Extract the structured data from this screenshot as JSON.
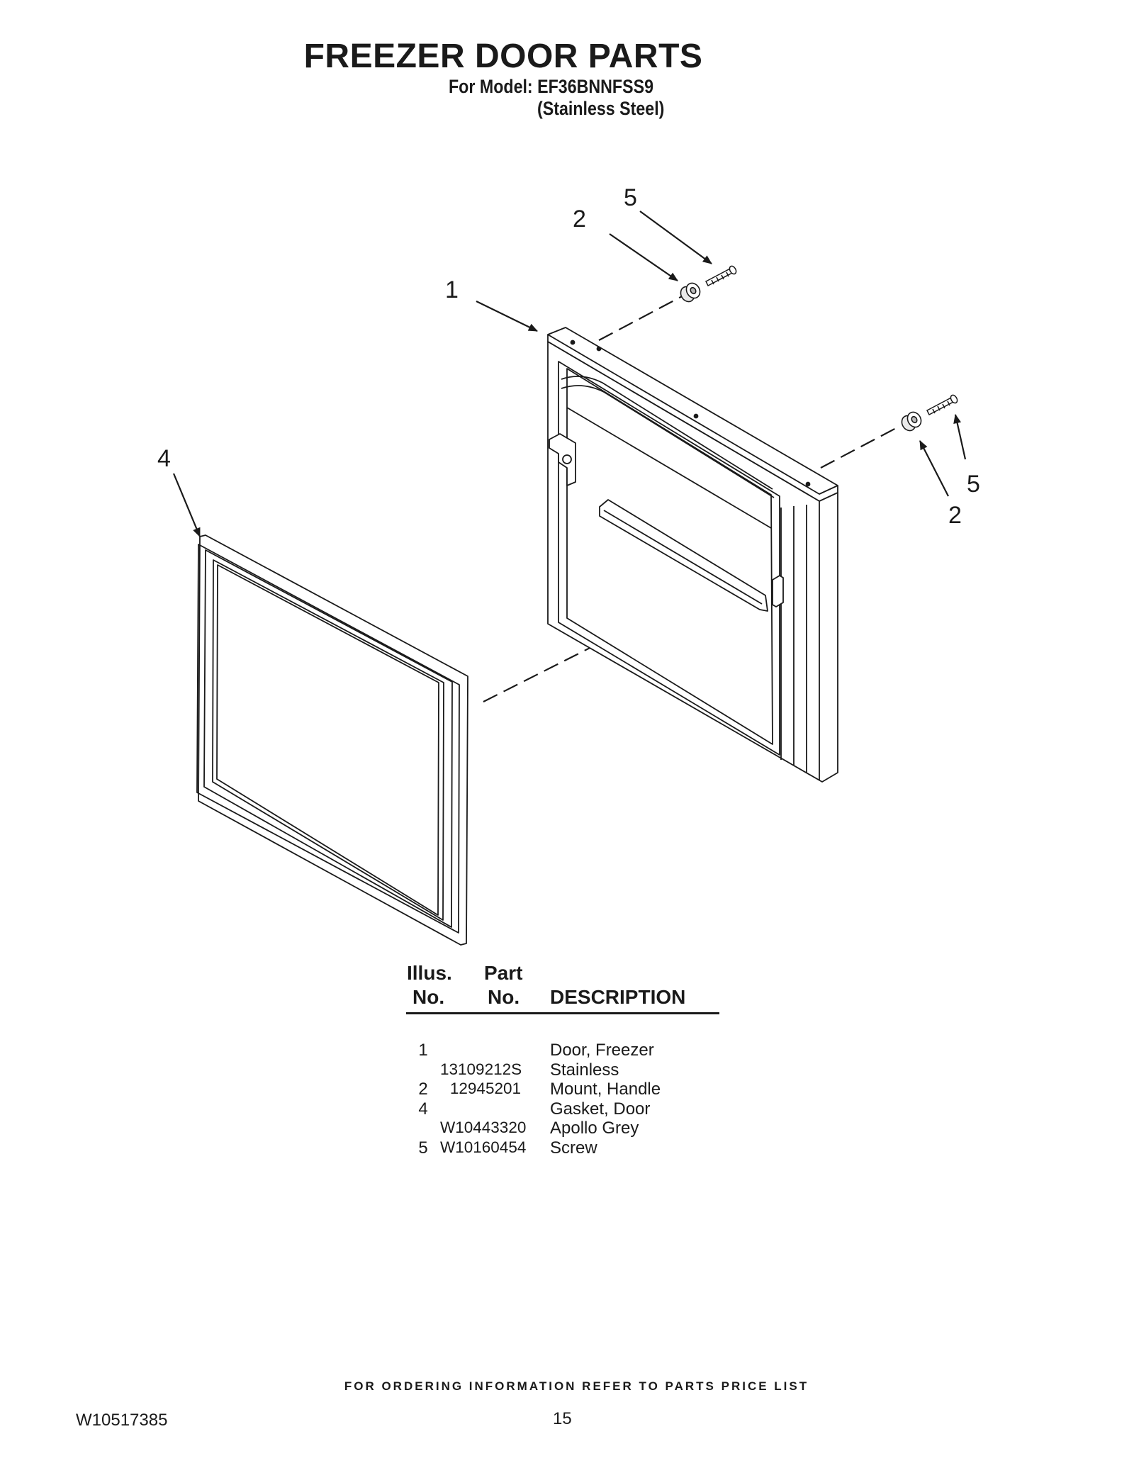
{
  "header": {
    "title": "FREEZER DOOR PARTS",
    "model_line": "For Model: EF36BNNFSS9",
    "finish_line": "(Stainless Steel)"
  },
  "diagram": {
    "callouts": [
      "5",
      "2",
      "1",
      "4",
      "5",
      "2"
    ]
  },
  "parts_table": {
    "headers": {
      "illus_line1": "Illus.",
      "illus_line2": "No.",
      "part_line1": "Part",
      "part_line2": "No.",
      "description": "DESCRIPTION"
    },
    "rows": [
      {
        "illus": "1",
        "part": "",
        "description": "Door, Freezer"
      },
      {
        "illus": "",
        "part": "13109212S",
        "description": "Stainless"
      },
      {
        "illus": "2",
        "part": "12945201",
        "description": "Mount, Handle"
      },
      {
        "illus": "4",
        "part": "",
        "description": "Gasket, Door"
      },
      {
        "illus": "",
        "part": "W10443320",
        "description": "Apollo Grey"
      },
      {
        "illus": "5",
        "part": "W10160454",
        "description": "Screw"
      }
    ]
  },
  "footer": {
    "note": "FOR ORDERING INFORMATION REFER TO PARTS PRICE LIST",
    "doc_number": "W10517385",
    "page_number": "15"
  }
}
